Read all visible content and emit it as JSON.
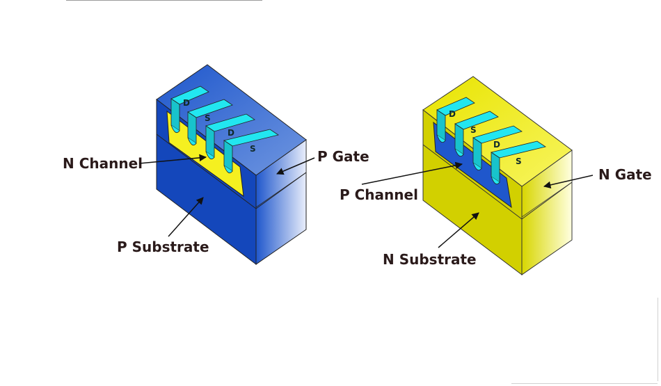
{
  "left_device": {
    "regions": [
      "D",
      "S",
      "D",
      "S"
    ],
    "channel_label": "N Channel",
    "gate_label": "P Gate",
    "substrate_label": "P Substrate",
    "colors": {
      "body": "#1f57cc",
      "body_dark": "#1447bb",
      "channel": "#f5f020",
      "fins": "#22e6f0"
    }
  },
  "right_device": {
    "regions": [
      "D",
      "S",
      "D",
      "S"
    ],
    "channel_label": "P Channel",
    "gate_label": "N Gate",
    "substrate_label": "N Substrate",
    "colors": {
      "body": "#d2d000",
      "body_light": "#f5f030",
      "channel": "#1f57cc",
      "fins": "#22e6f0"
    }
  }
}
